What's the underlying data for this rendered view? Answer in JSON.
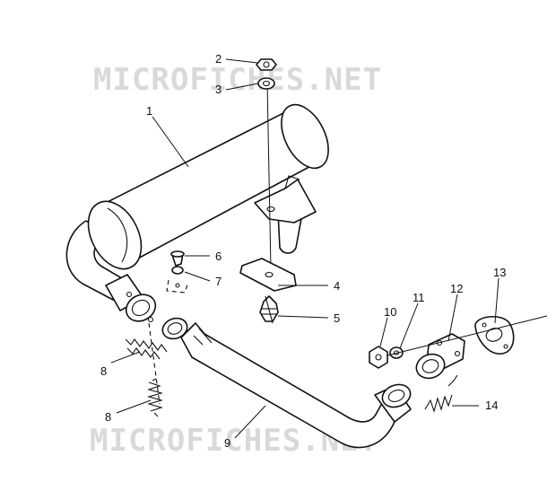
{
  "watermark": {
    "text": "MICROFICHES.NET"
  },
  "callouts": [
    {
      "id": "1",
      "label": "1"
    },
    {
      "id": "2",
      "label": "2"
    },
    {
      "id": "3",
      "label": "3"
    },
    {
      "id": "4",
      "label": "4"
    },
    {
      "id": "5",
      "label": "5"
    },
    {
      "id": "6",
      "label": "6"
    },
    {
      "id": "7",
      "label": "7"
    },
    {
      "id": "8a",
      "label": "8"
    },
    {
      "id": "8b",
      "label": "8"
    },
    {
      "id": "9",
      "label": "9"
    },
    {
      "id": "10",
      "label": "10"
    },
    {
      "id": "11",
      "label": "11"
    },
    {
      "id": "12",
      "label": "12"
    },
    {
      "id": "13",
      "label": "13"
    },
    {
      "id": "14",
      "label": "14"
    }
  ]
}
